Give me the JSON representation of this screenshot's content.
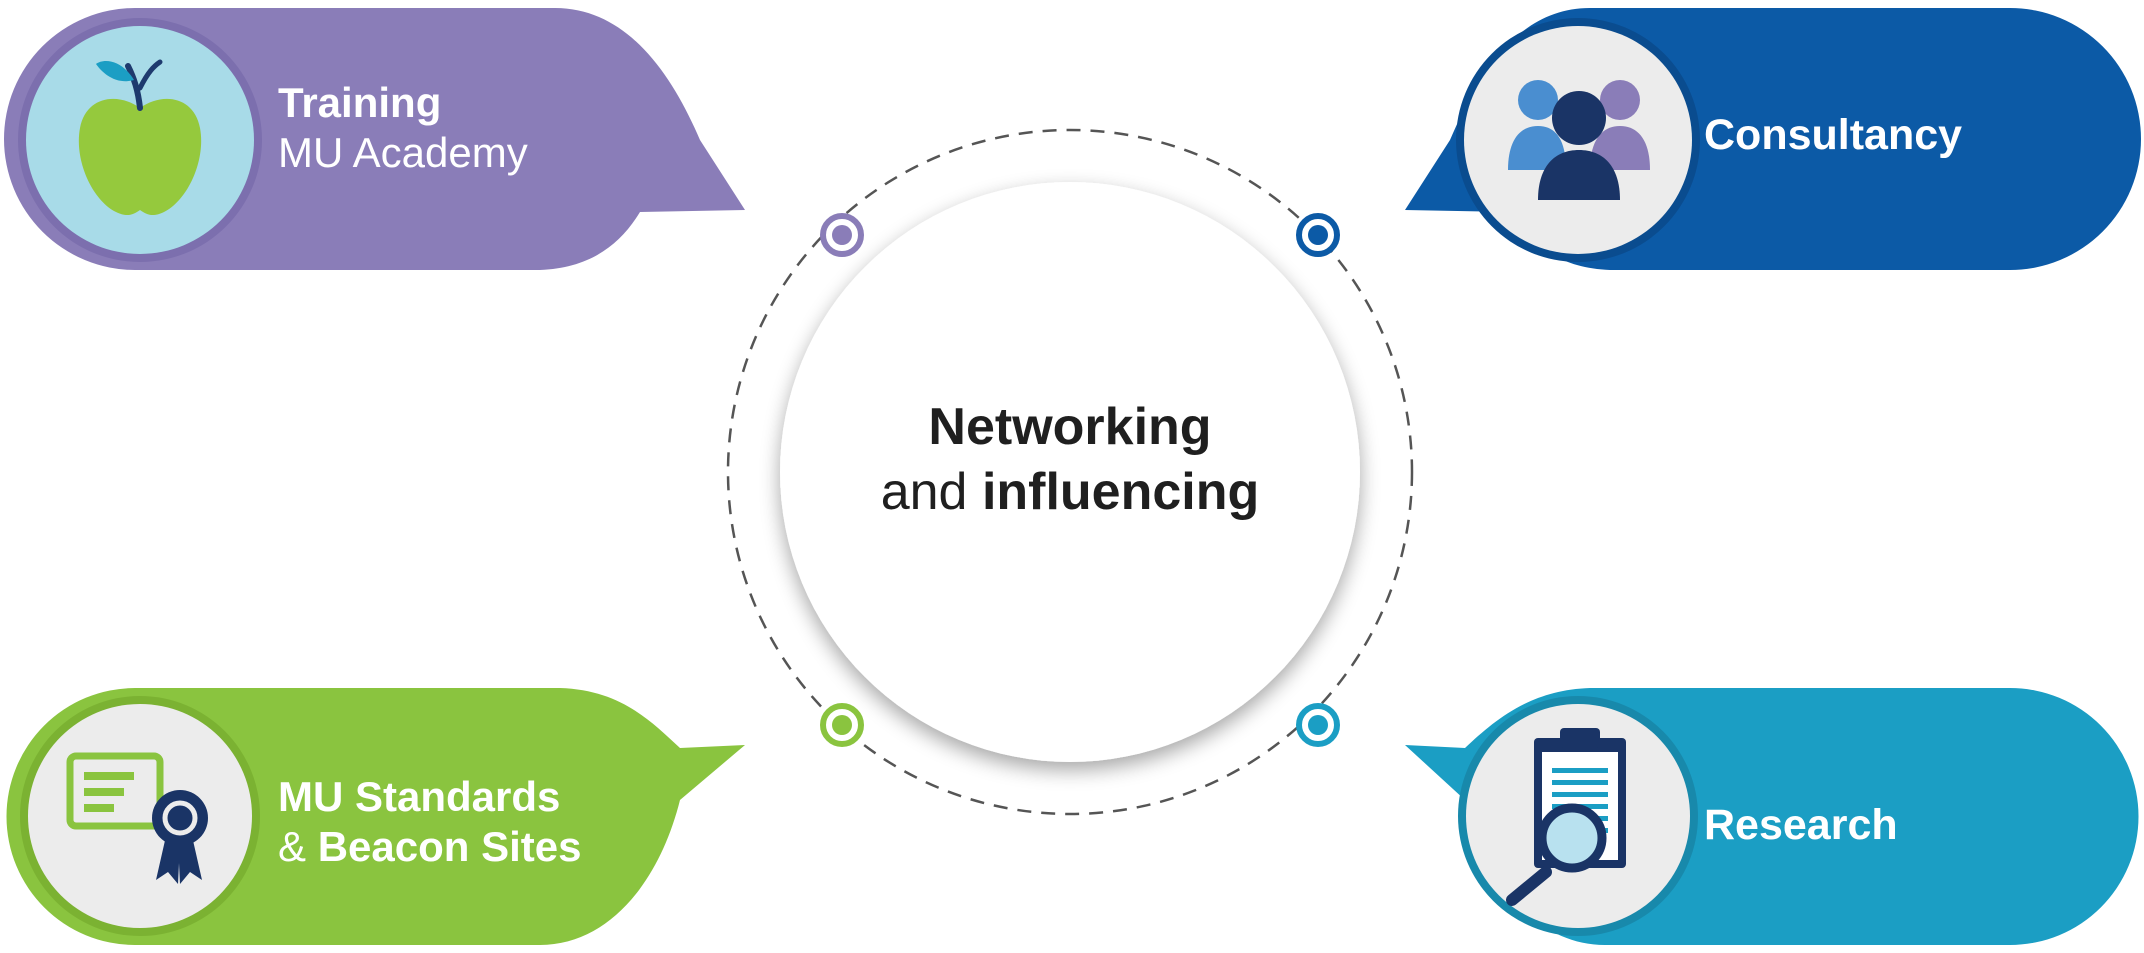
{
  "center": {
    "line1": "Networking",
    "line2_plain": "and",
    "line2_bold": "influencing"
  },
  "bubbles": {
    "training": {
      "title": "Training",
      "subtitle": "MU Academy",
      "color": "#8a7db8",
      "icon": "apple-icon"
    },
    "consultancy": {
      "title": "Consultancy",
      "color": "#0c5aa6",
      "icon": "people-group-icon"
    },
    "standards": {
      "title": "MU Standards",
      "subtitle_plain": "&",
      "subtitle_bold": "Beacon Sites",
      "color": "#8ac43f",
      "icon": "certificate-icon"
    },
    "research": {
      "title": "Research",
      "color": "#1b9ec4",
      "icon": "clipboard-magnifier-icon"
    }
  },
  "colors": {
    "icon_circle_bg": "#ececec",
    "center_circle": "#ffffff",
    "dashed_ring": "#555555"
  }
}
